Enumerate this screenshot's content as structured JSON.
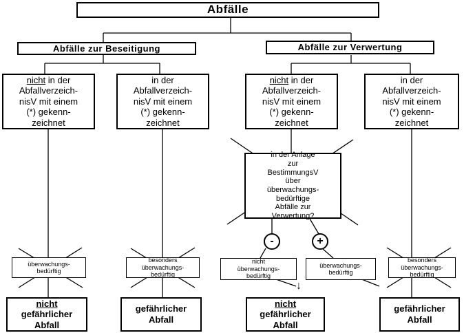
{
  "diagram": {
    "title": "Abfälle",
    "categories": {
      "disposal": "Abfälle zur Beseitigung",
      "recovery": "Abfälle zur Verwertung"
    },
    "criteria": {
      "not_marked": {
        "underlined": "nicht",
        "first": " in der",
        "rest": [
          "Abfallverzeich-",
          "nisV mit einem",
          "(*) gekenn-",
          "zeichnet"
        ]
      },
      "marked": [
        "in der",
        "Abfallverzeich-",
        "nisV mit einem",
        "(*) gekenn-",
        "zeichnet"
      ]
    },
    "question": [
      "in der Anlage",
      "zur",
      "BestimmungsV",
      "über",
      "überwachungs-",
      "bedürftige",
      "Abfälle zur",
      "Verwertung?"
    ],
    "signs": {
      "minus": "-",
      "plus": "+"
    },
    "mid_labels": {
      "needs_monitoring": [
        "überwachungs-",
        "bedürftig"
      ],
      "specially_monitored": [
        "besonders",
        "überwachungs-",
        "bedürftig"
      ],
      "not_monitored": [
        "nicht",
        "überwachungs-",
        "bedürftig"
      ]
    },
    "finals": {
      "non_hazardous": {
        "underlined": "nicht",
        "rest": [
          "gefährlicher",
          "Abfall"
        ]
      },
      "hazardous": [
        "gefährlicher",
        "Abfall"
      ]
    },
    "arrow_glyph": "↓"
  }
}
